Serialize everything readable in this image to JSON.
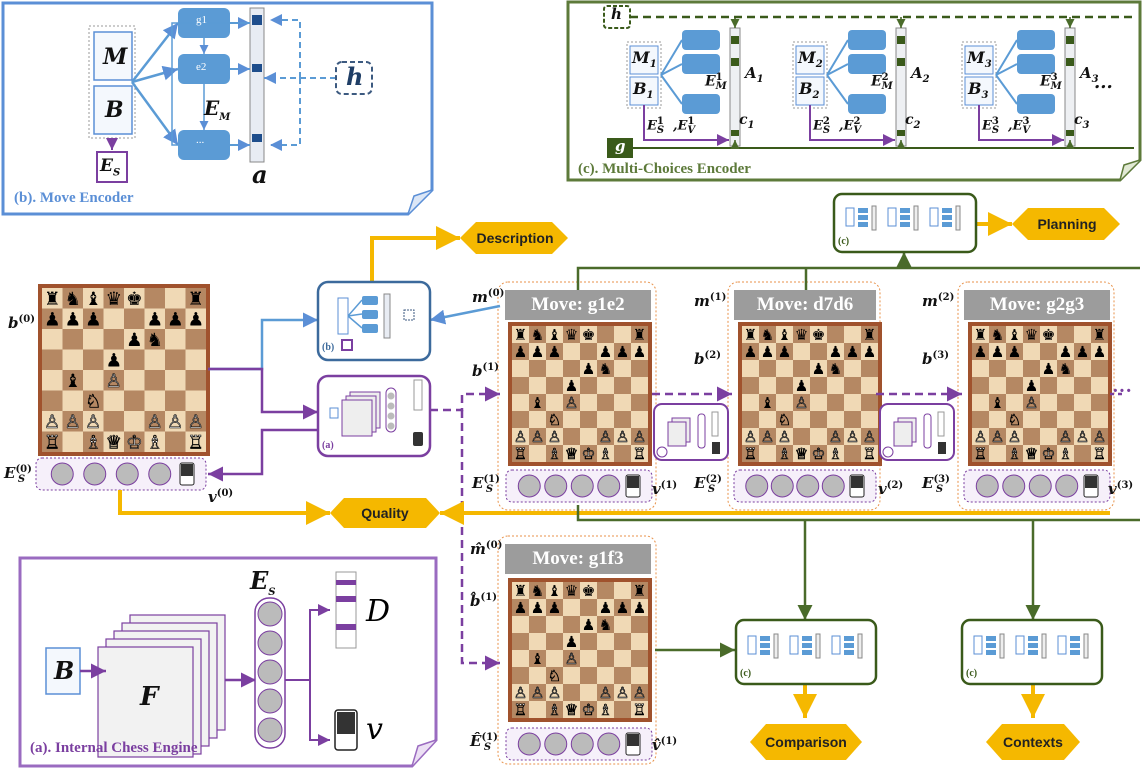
{
  "panels": {
    "move_encoder": {
      "title": "(b). Move Encoder",
      "M": "M",
      "B": "B",
      "g1": "g1",
      "e2": "e2",
      "dots": "...",
      "E_M": "E",
      "E_M_sub": "M",
      "a": "a",
      "h": "h",
      "E_S": "E",
      "E_S_sub": "S",
      "color": "#5b8fd6"
    },
    "multi_choices_encoder": {
      "title": "(c). Multi-Choices  Encoder",
      "h": "h",
      "g": "g",
      "ellipsis": "...",
      "color": "#5d7a3a",
      "blocks": [
        {
          "M": "M",
          "M_sub": "1",
          "B": "B",
          "B_sub": "1",
          "EM": "E",
          "EM_sup": "1",
          "EM_sub": "M",
          "A": "A",
          "A_sub": "1",
          "ESV": "E",
          "ESV_sup1": "1",
          "ESV_sub1": "S",
          "ESV_sup2": "1",
          "ESV_sub2": "V",
          "c": "c",
          "c_sub": "1"
        },
        {
          "M": "M",
          "M_sub": "2",
          "B": "B",
          "B_sub": "2",
          "EM": "E",
          "EM_sup": "2",
          "EM_sub": "M",
          "A": "A",
          "A_sub": "2",
          "ESV": "E",
          "ESV_sup1": "2",
          "ESV_sub1": "S",
          "ESV_sup2": "2",
          "ESV_sub2": "V",
          "c": "c",
          "c_sub": "2"
        },
        {
          "M": "M",
          "M_sub": "3",
          "B": "B",
          "B_sub": "3",
          "EM": "E",
          "EM_sup": "3",
          "EM_sub": "M",
          "A": "A",
          "A_sub": "3",
          "ESV": "E",
          "ESV_sup1": "3",
          "ESV_sub1": "S",
          "ESV_sup2": "3",
          "ESV_sub2": "V",
          "c": "c",
          "c_sub": "3"
        }
      ]
    },
    "internal_engine": {
      "title": "(a). Internal  Chess Engine",
      "B": "B",
      "F": "F",
      "E_S": "E",
      "E_S_sub": "S",
      "D": "D",
      "v": "v",
      "color": "#7b3fa0"
    }
  },
  "outputs": {
    "description": "Description",
    "planning": "Planning",
    "quality": "Quality",
    "comparison": "Comparison",
    "contexts": "Contexts",
    "color": "#f5b800"
  },
  "labels": {
    "b0": "b",
    "b0_sup": "(0)",
    "ES0": "E",
    "ES0_sub": "S",
    "ES0_sup": "(0)",
    "v0": "v",
    "v0_sup": "(0)",
    "m0": "m",
    "m0_sup": "(0)",
    "b1": "b",
    "b1_sup": "(1)",
    "ES1": "E",
    "ES1_sub": "S",
    "ES1_sup": "(1)",
    "v1": "v",
    "v1_sup": "(1)",
    "m1": "m",
    "m1_sup": "(1)",
    "b2": "b",
    "b2_sup": "(2)",
    "ES2": "E",
    "ES2_sub": "S",
    "ES2_sup": "(2)",
    "v2": "v",
    "v2_sup": "(2)",
    "m2": "m",
    "m2_sup": "(2)",
    "b3": "b",
    "b3_sup": "(3)",
    "ES3": "E",
    "ES3_sub": "S",
    "ES3_sup": "(3)",
    "v3": "v",
    "v3_sup": "(3)",
    "mh0": "m̂",
    "mh0_sup": "(0)",
    "bh1": "b̂",
    "bh1_sup": "(1)",
    "ESh1": "Ê",
    "ESh1_sub": "S",
    "ESh1_sup": "(1)",
    "vh1": "v̂",
    "vh1_sup": "(1)",
    "mini_a": "(a)",
    "mini_b": "(b)",
    "mini_c": "(c)",
    "dots": "···"
  },
  "moves": {
    "m0": "Move: g1e2",
    "m1": "Move: d7d6",
    "m2": "Move: g2g3",
    "mh0": "Move: g1f3"
  },
  "board": {
    "light": "#f0d9b5",
    "dark": "#b58863",
    "ranks": [
      "rnbqk..r",
      "ppp..ppp",
      "....pn..",
      "...p....",
      ".b.P....",
      "..N.....",
      "PPP..PPP",
      "R.BQKB.R"
    ]
  }
}
